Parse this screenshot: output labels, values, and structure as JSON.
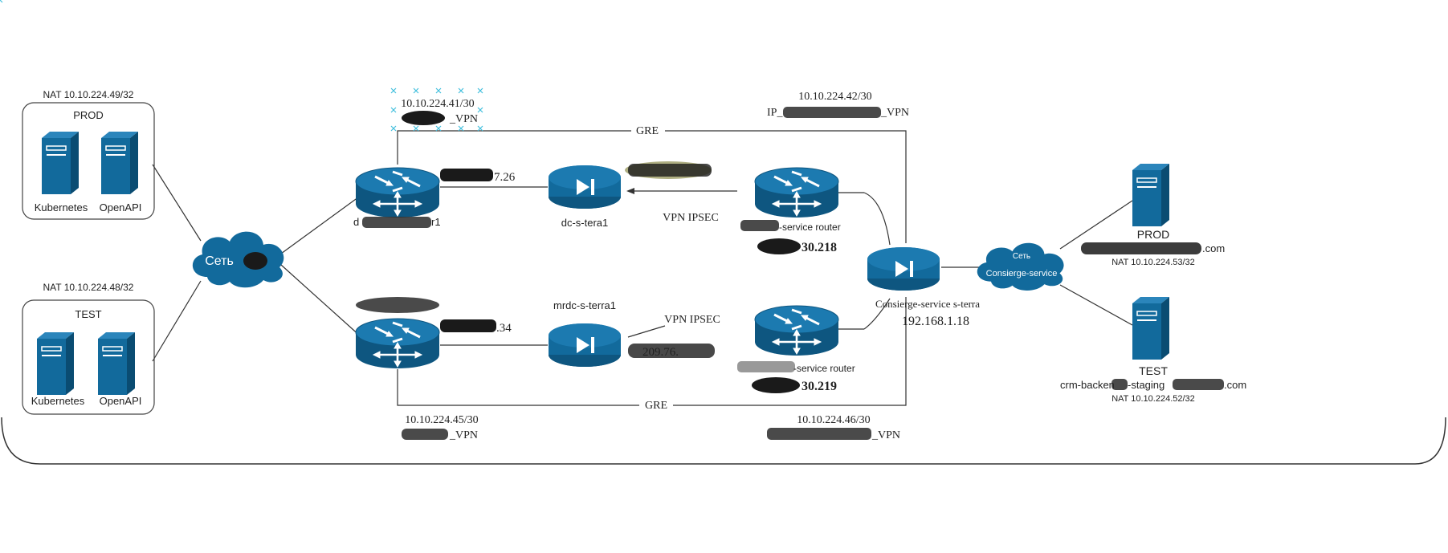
{
  "prod_group": {
    "nat": "NAT 10.10.224.49/32",
    "title": "PROD",
    "server1": "Kubernetes",
    "server2": "OpenAPI"
  },
  "test_group": {
    "nat": "NAT 10.10.224.48/32",
    "title": "TEST",
    "server1": "Kubernetes",
    "server2": "OpenAPI"
  },
  "cloud_left": {
    "label": "Сеть"
  },
  "top_link": {
    "subnet_left": "10.10.224.41/30",
    "vpn_left": "_VPN",
    "gre": "GRE",
    "subnet_right": "10.10.224.42/30",
    "vpn_right_prefix": "IP_",
    "vpn_right_suffix": "_VPN"
  },
  "bottom_link": {
    "subnet_left": "10.10.224.45/30",
    "vpn_left": "_VPN",
    "gre": "GRE",
    "subnet_right": "10.10.224.46/30",
    "vpn_right": "_VPN"
  },
  "router_top_left": {
    "name_prefix": "d",
    "name_suffix": "r1",
    "ip_suffix": "7.26"
  },
  "router_bottom_left": {
    "ip_suffix": ".34"
  },
  "stera_top": {
    "name": "dc-s-tera1"
  },
  "stera_bottom": {
    "name": "mrdc-s-terra1",
    "ip": "209.76."
  },
  "ipsec_top": "VPN IPSEC",
  "ipsec_bottom": "VPN IPSEC",
  "cs_router_top": {
    "label": "-service router",
    "ip": "30.218"
  },
  "cs_router_bottom": {
    "label": "-service router",
    "ip": "30.219"
  },
  "cs_sterra": {
    "name": "Consierge-service s-terra",
    "ip": "192.168.1.18"
  },
  "cloud_right": {
    "line1": "Сеть",
    "line2": "Consierge-service"
  },
  "right_prod": {
    "title": "PROD",
    "host_suffix": ".com",
    "nat": "NAT 10.10.224.53/32"
  },
  "right_test": {
    "title": "TEST",
    "host_prefix": "crm-backen",
    "host_mid": "-staging",
    "host_suffix": ".com",
    "nat": "NAT 10.10.224.52/32"
  },
  "colors": {
    "device": "#126a9c",
    "device_dark": "#0e5680",
    "line": "#333333",
    "selection": "#44c0dd"
  }
}
